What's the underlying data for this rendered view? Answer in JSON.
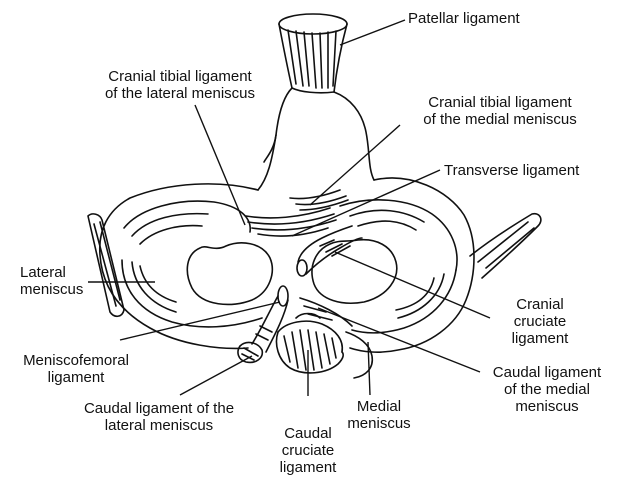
{
  "labels": {
    "patellar_ligament": "Patellar ligament",
    "cranial_tibial_lateral": "Cranial tibial ligament\nof the lateral meniscus",
    "cranial_tibial_medial": "Cranial tibial ligament\nof the medial meniscus",
    "transverse_ligament": "Transverse ligament",
    "lateral_meniscus": "Lateral\nmeniscus",
    "cranial_cruciate": "Cranial\ncruciate\nligament",
    "meniscofemoral": "Meniscofemoral\nligament",
    "caudal_medial": "Caudal ligament\nof the medial\nmeniscus",
    "caudal_lateral": "Caudal ligament of the\nlateral meniscus",
    "medial_meniscus": "Medial\nmeniscus",
    "caudal_cruciate": "Caudal\ncruciate\nligament"
  },
  "colors": {
    "ink": "#111111",
    "background": "#ffffff"
  }
}
